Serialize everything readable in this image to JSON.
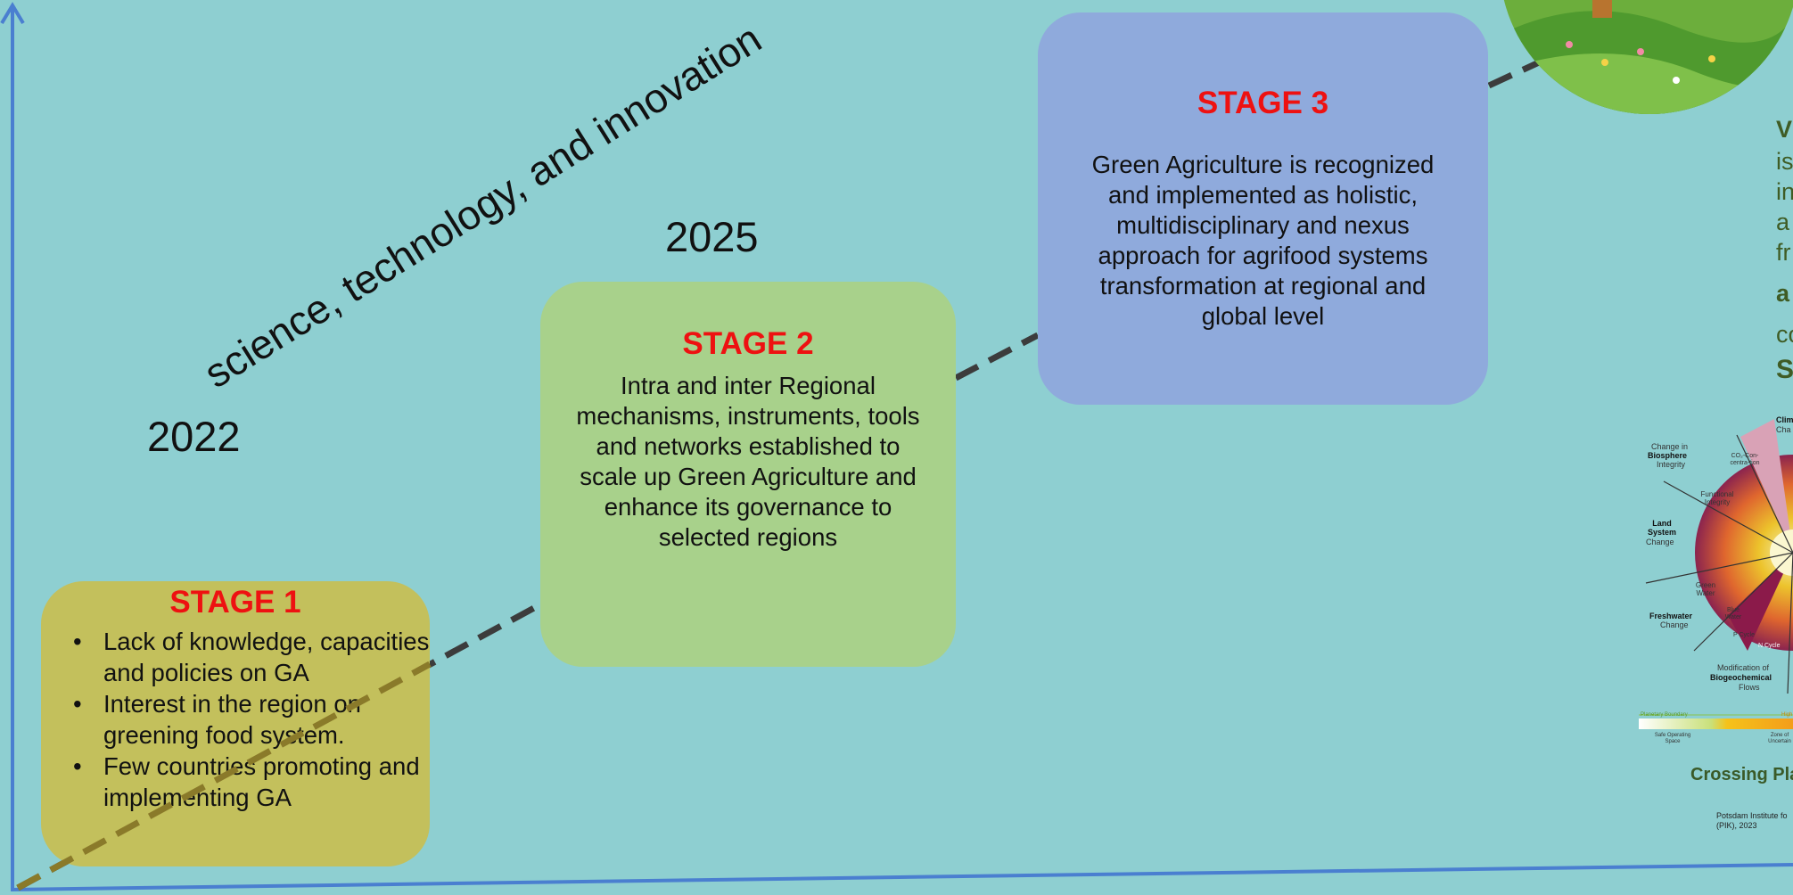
{
  "axis_label": "science, technology, and innovation",
  "years": {
    "first": "2022",
    "second": "2025"
  },
  "stages": {
    "stage1": {
      "title": "STAGE 1",
      "bullets": [
        "Lack of knowledge, capacities and policies on GA",
        "Interest in the region on greening food system.",
        "Few countries promoting and  implementing GA"
      ]
    },
    "stage2": {
      "title": "STAGE 2",
      "text": "Intra and inter Regional mechanisms, instruments, tools and networks established to scale up Green Agriculture and enhance its governance to selected regions"
    },
    "stage3": {
      "title": "STAGE 3",
      "text": "Green Agriculture is recognized and implemented as holistic, multidisciplinary and nexus approach for agrifood systems transformation at regional and global level"
    }
  },
  "right_panel": {
    "fragments": [
      "V",
      "is",
      "in",
      "a",
      "fr",
      "a",
      "co",
      "S"
    ],
    "diagram_labels": {
      "climate": "Clim",
      "climate_sub": "Cha",
      "biosphere": "Change in",
      "biosphere_bold": "Biosphere",
      "biosphere_sub": "Integrity",
      "co2": "CO₂-Con-centra-tion",
      "functional": "Functional Integrity",
      "land": "Land System",
      "land_sub": "Change",
      "green_water": "Green Water",
      "blue_water": "Blue Water",
      "freshwater": "Freshwater",
      "freshwater_sub": "Change",
      "p_cycle": "P Cycle",
      "n_cycle": "N Cycle",
      "modification": "Modification of",
      "biogeochemical": "Biogeochemical",
      "flows": "Flows",
      "planetary_boundary": "Planetary Boundary",
      "high": "High",
      "safe_space": "Safe Operating Space",
      "zone": "Zone of Uncertain"
    },
    "caption": "Crossing Pla",
    "source": "Potsdam Institute fo (PIK), 2023"
  },
  "colors": {
    "background": "#8ecfd1",
    "stage1": "#c3c05c",
    "stage2": "#a8d18b",
    "stage3": "#8faadc",
    "title_red": "#ee1111",
    "axis": "#4a7fd0",
    "arrow": "#3c3c3c"
  }
}
